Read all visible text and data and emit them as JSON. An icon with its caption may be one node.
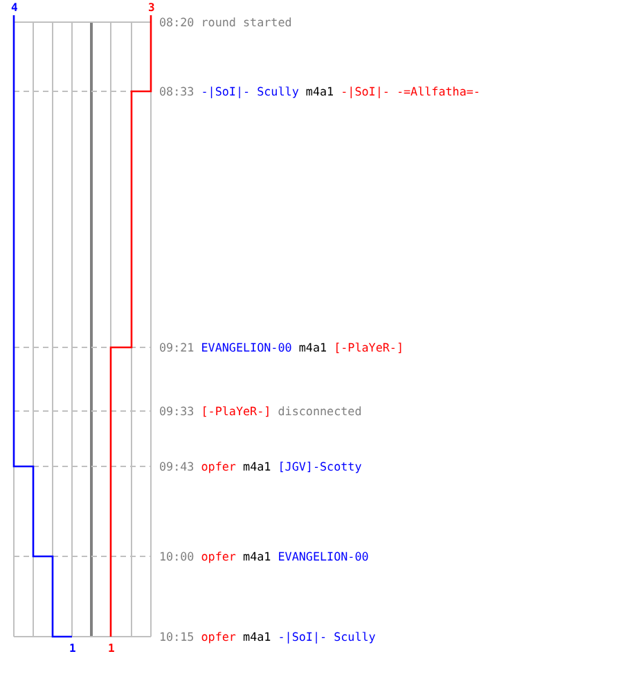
{
  "diagram": {
    "labels": [
      "4",
      "3",
      "08:20",
      "round started",
      "08:33",
      "-|SoI|- Scully",
      "m4a1",
      "-|SoI|- -=Allfatha=-",
      "09:21",
      "EVANGELION-00",
      "m4a1",
      "[-PlaYeR-]",
      "09:33",
      "[-PlaYeR-]",
      "disconnected",
      "09:43",
      "opfer",
      "m4a1",
      "[JGV]-Scotty",
      "10:00",
      "opfer",
      "m4a1",
      "EVANGELION-00",
      "10:15",
      "opfer",
      "m4a1",
      "-|SoI|- Scully",
      "1",
      "1"
    ]
  }
}
